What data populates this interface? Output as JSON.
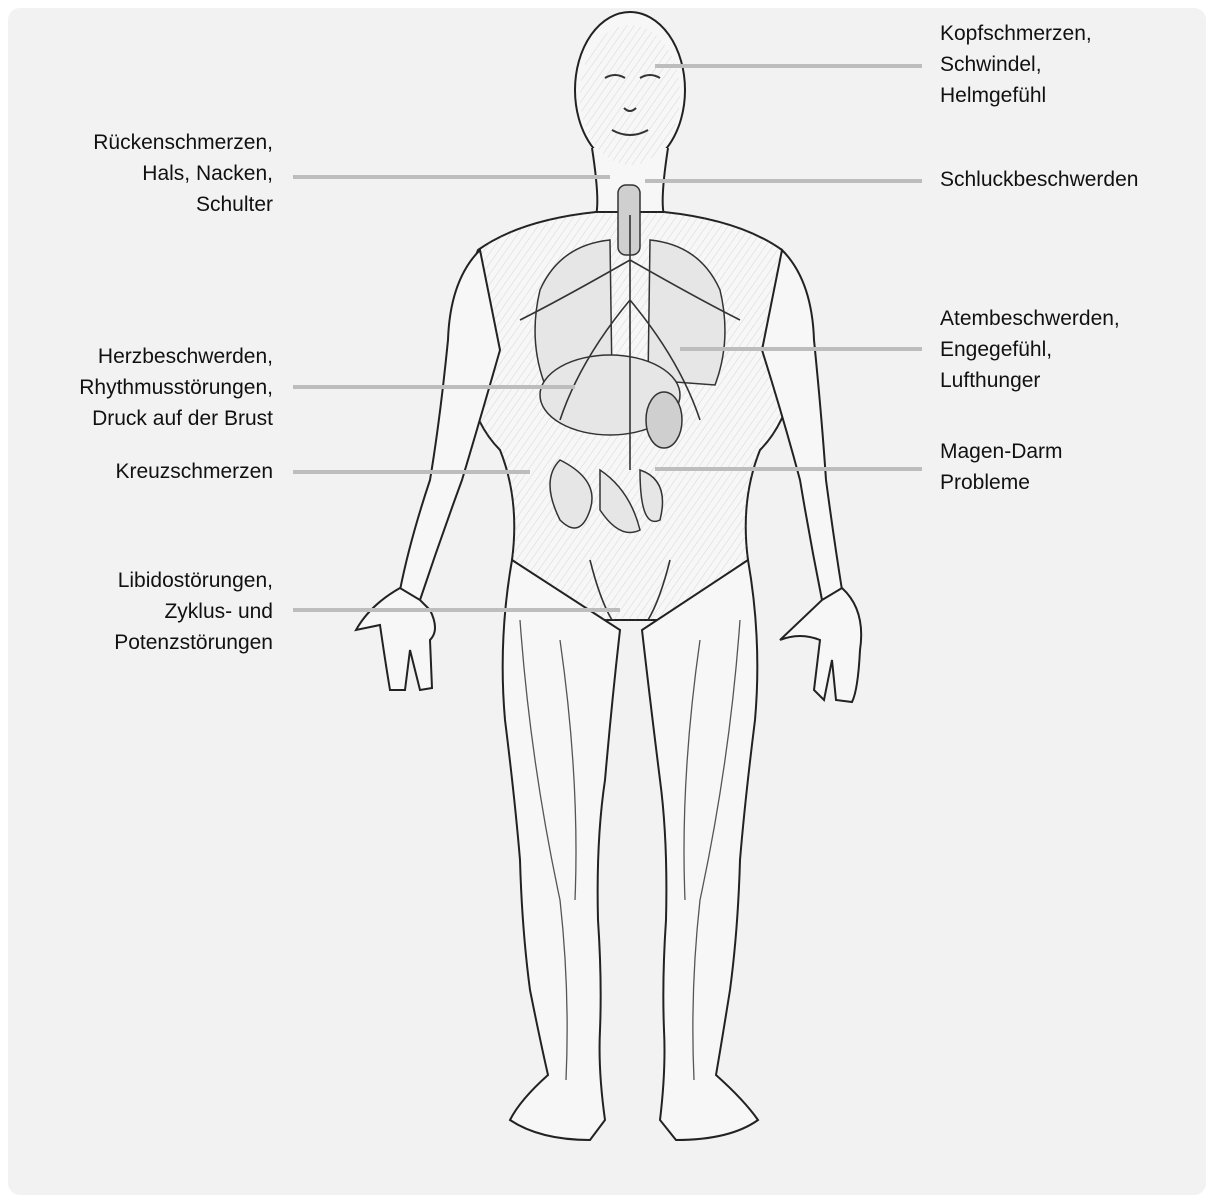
{
  "labels_left": {
    "back": "Rückenschmerzen,\nHals, Nacken,\nSchulter",
    "heart": "Herzbeschwerden,\nRhythmusstörungen,\nDruck auf der Brust",
    "cross": "Kreuzschmerzen",
    "libido": "Libidostörungen,\nZyklus- und\nPotenzstörungen"
  },
  "labels_right": {
    "head": "Kopfschmerzen,\nSchwindel,\nHelmgefühl",
    "swallow": "Schluckbeschwerden",
    "breath": "Atembeschwerden,\nEngegefühl,\nLufthunger",
    "stomach": "Magen-Darm\nProbleme"
  },
  "colors": {
    "panel": "#f2f2f2",
    "leader_line": "#bdbdbd",
    "text": "#111111"
  }
}
